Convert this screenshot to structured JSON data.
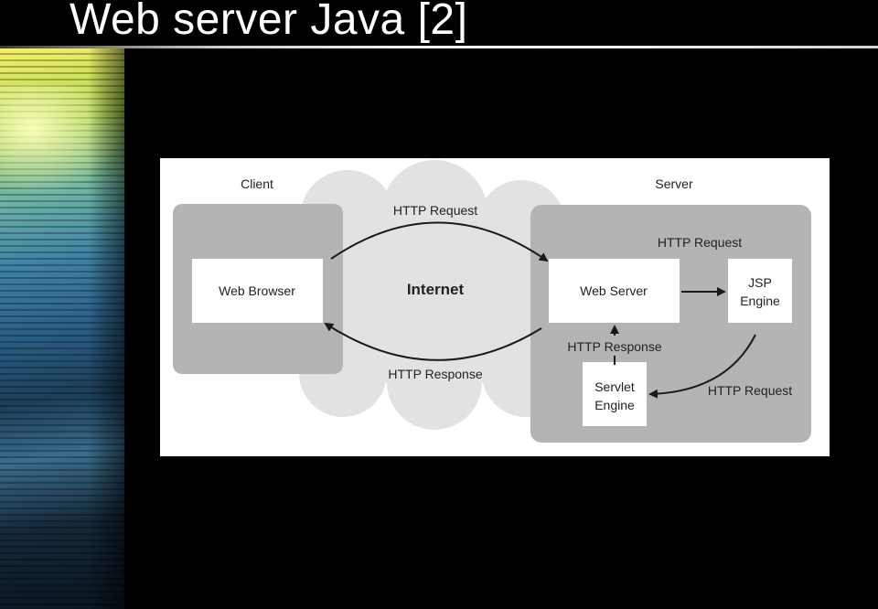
{
  "slide": {
    "title": "Web server Java [2]"
  },
  "diagram": {
    "client_label": "Client",
    "server_label": "Server",
    "web_browser": "Web Browser",
    "internet": "Internet",
    "web_server": "Web Server",
    "jsp_engine_line1": "JSP",
    "jsp_engine_line2": "Engine",
    "servlet_engine_line1": "Servlet",
    "servlet_engine_line2": "Engine",
    "http_request_top": "HTTP Request",
    "http_response_bottom": "HTTP Response",
    "http_request_to_jsp": "HTTP Request",
    "http_response_servlet": "HTTP Response",
    "http_request_to_servlet": "HTTP Request"
  }
}
